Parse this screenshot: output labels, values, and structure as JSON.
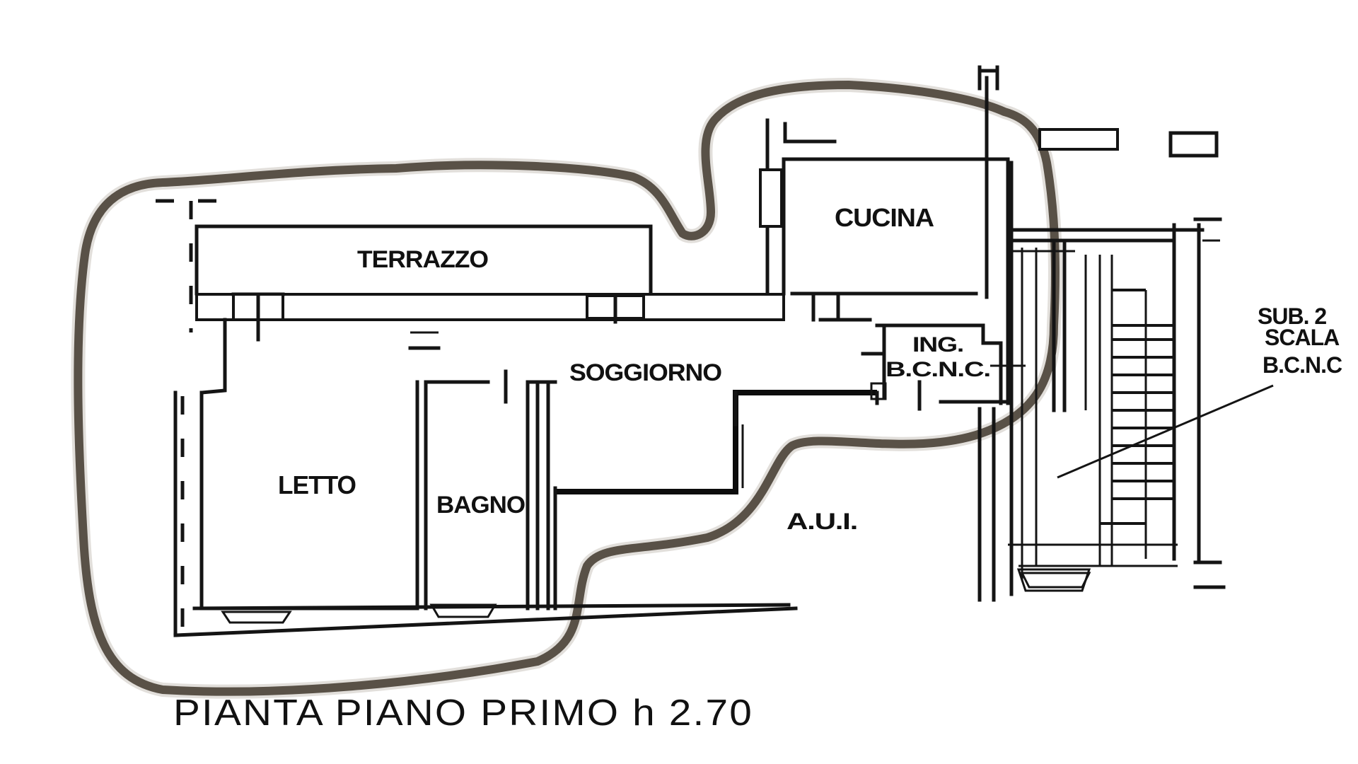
{
  "floor_plan": {
    "title": "PIANTA PIANO PRIMO h 2.70",
    "rooms": {
      "terrazzo": "TERRAZZO",
      "cucina": "CUCINA",
      "soggiorno": "SOGGIORNO",
      "ing_line1": "ING.",
      "ing_line2": "B.C.N.C.",
      "letto": "LETTO",
      "bagno": "BAGNO",
      "aui": "A.U.I."
    },
    "adjacent": {
      "sub_line1": "SUB. 2",
      "sub_line2": "SCALA",
      "sub_line3": "B.C.N.C"
    }
  }
}
